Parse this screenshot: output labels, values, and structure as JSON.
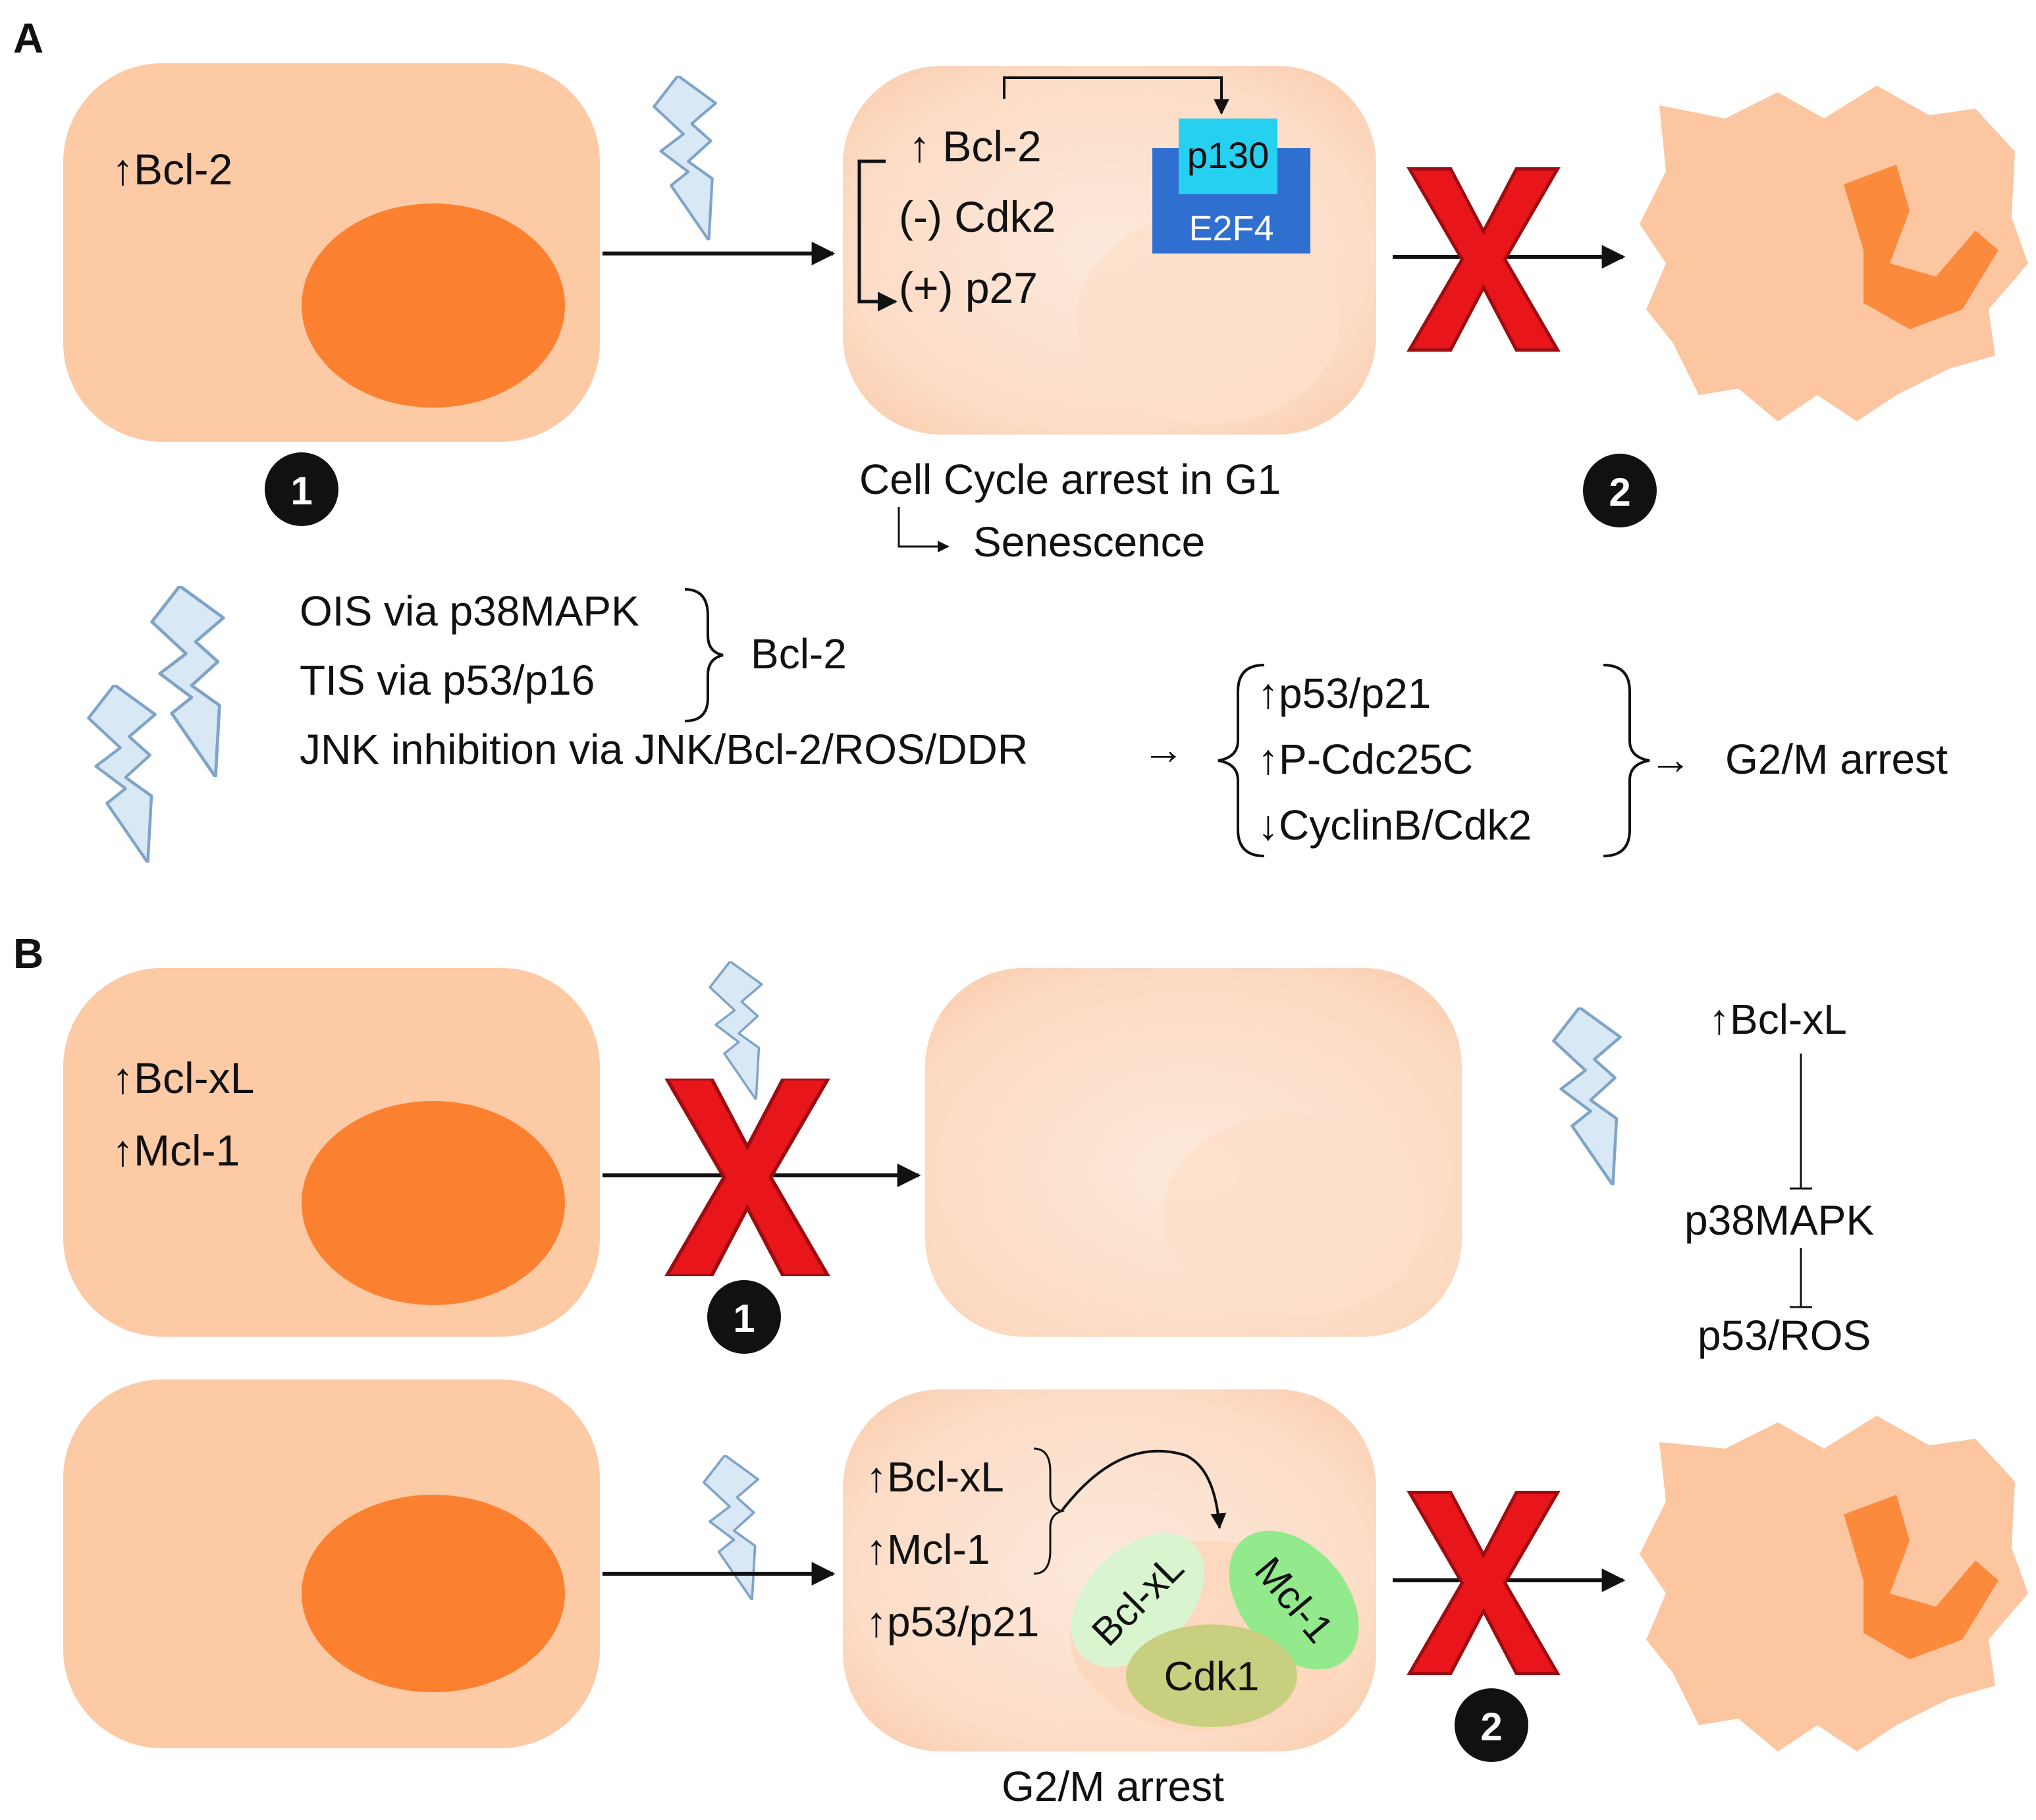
{
  "panels": {
    "a": {
      "label": "A",
      "cell1": {
        "marker": "↑Bcl-2"
      },
      "badge1": "1",
      "cell2": {
        "lines": [
          "↑ Bcl-2",
          "(-) Cdk2",
          "(+) p27"
        ],
        "p130": "p130",
        "e2f4": "E2F4",
        "caption": "Cell Cycle arrest in G1",
        "senescence": "Senescence"
      },
      "badge2": "2",
      "pathway": {
        "ois": "OIS via  p38MAPK",
        "tis": "TIS via p53/p16",
        "bcl2": "Bcl-2",
        "jnk": "JNK inhibition via JNK/Bcl-2/ROS/DDR",
        "arrow1": "→",
        "p53p21": "↑p53/p21",
        "pcdc25c": "↑P-Cdc25C",
        "cyclinb": "↓CyclinB/Cdk2",
        "arrow2": "→",
        "g2m": "G2/M arrest"
      }
    },
    "b": {
      "label": "B",
      "cell1": {
        "lines": [
          "↑Bcl-xL",
          "↑Mcl-1"
        ]
      },
      "badge1": "1",
      "side": {
        "bclxl": "↑Bcl-xL",
        "p38": "p38MAPK",
        "p53ros": "p53/ROS"
      },
      "cell4": {
        "lines": [
          "↑Bcl-xL",
          "↑Mcl-1",
          "↑p53/p21"
        ],
        "complex": [
          "Bcl-xL",
          "Mcl-1",
          "Cdk1"
        ],
        "caption": "G2/M arrest"
      },
      "badge2": "2"
    }
  },
  "colors": {
    "cell": "#fdcaa6",
    "nucleus": "#fb8030",
    "faded_nucleus": "#fde0cb",
    "bolt": "#d9e8f5",
    "bolt_edge": "#7fa4c8",
    "cross": "#e8151b",
    "p130": "#25d0f0",
    "e2f4": "#2f6fd0",
    "bclxl_complex": "#d8f5cf",
    "mcl1_complex": "#93ea8d",
    "cdk1_complex": "#c8cf7e"
  },
  "icons": [
    "lightning-bolt-icon",
    "cross-icon",
    "arrow-icon"
  ]
}
